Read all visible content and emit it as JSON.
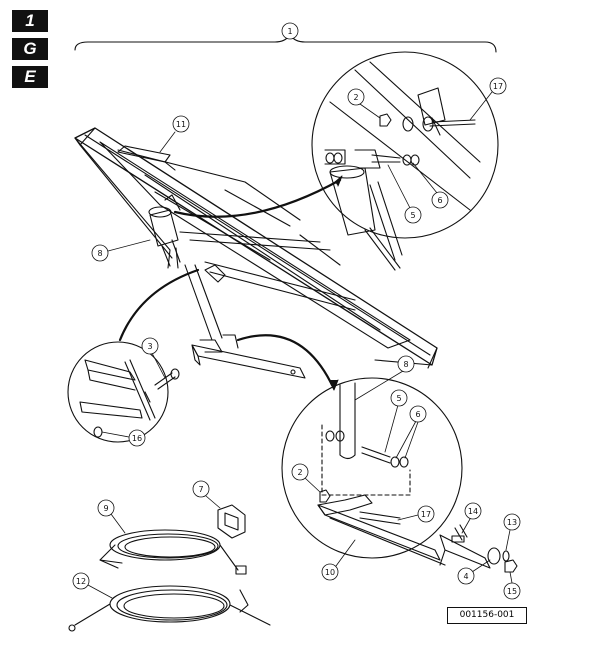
{
  "tabs": [
    "1",
    "G",
    "E"
  ],
  "figure_id": "001156-001",
  "callouts": {
    "c1": "1",
    "c2a": "2",
    "c2b": "2",
    "c3": "3",
    "c4": "4",
    "c5a": "5",
    "c5b": "5",
    "c6a": "6",
    "c6b": "6",
    "c7": "7",
    "c8a": "8",
    "c8b": "8",
    "c9": "9",
    "c10": "10",
    "c11": "11",
    "c12": "12",
    "c13": "13",
    "c14": "14",
    "c15": "15",
    "c16": "16",
    "c17a": "17",
    "c17b": "17"
  }
}
